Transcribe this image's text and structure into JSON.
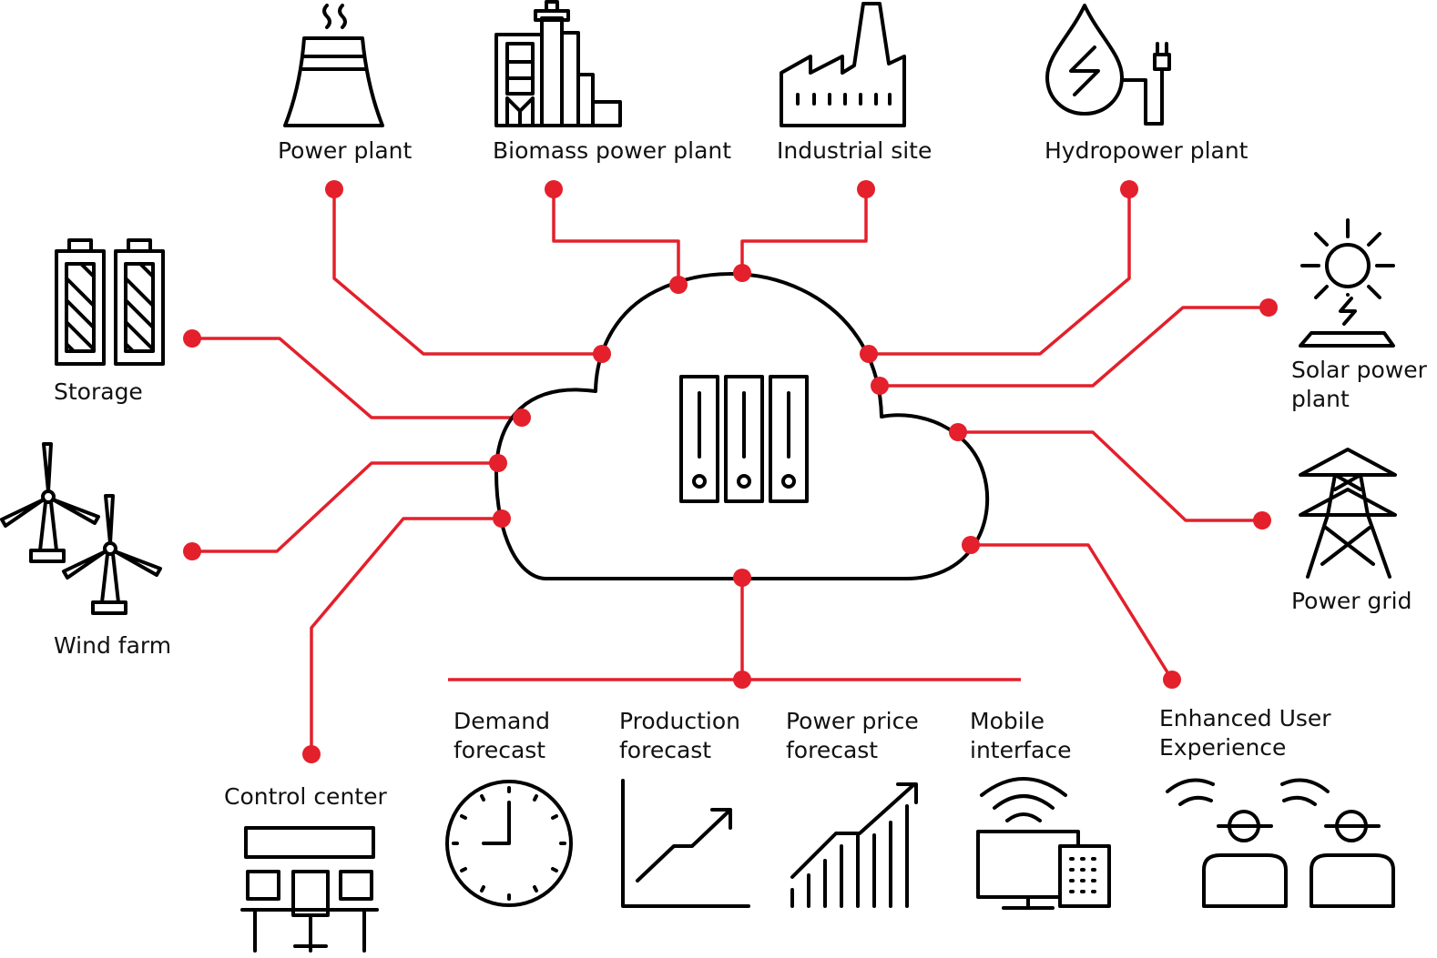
{
  "colors": {
    "accent": "#e3202b",
    "stroke": "#000000",
    "background": "#ffffff"
  },
  "hub": {
    "icon": "cloud-servers-icon"
  },
  "nodes": {
    "power_plant": {
      "label": "Power plant",
      "icon": "cooling-tower-icon"
    },
    "biomass": {
      "label": "Biomass power plant",
      "icon": "biomass-plant-icon"
    },
    "industrial": {
      "label": "Industrial site",
      "icon": "factory-icon"
    },
    "hydropower": {
      "label": "Hydropower plant",
      "icon": "water-drop-plug-icon"
    },
    "solar": {
      "label": "Solar power\nplant",
      "icon": "sun-panel-icon"
    },
    "power_grid": {
      "label": "Power grid",
      "icon": "transmission-tower-icon"
    },
    "storage": {
      "label": "Storage",
      "icon": "batteries-icon"
    },
    "wind_farm": {
      "label": "Wind farm",
      "icon": "wind-turbines-icon"
    },
    "control_center": {
      "label": "Control center",
      "icon": "control-desk-icon"
    },
    "demand_forecast": {
      "label": "Demand\nforecast",
      "icon": "clock-icon"
    },
    "production_forecast": {
      "label": "Production\nforecast",
      "icon": "trend-chart-icon"
    },
    "price_forecast": {
      "label": "Power price\nforecast",
      "icon": "bar-trend-icon"
    },
    "mobile": {
      "label": "Mobile\ninterface",
      "icon": "monitor-tablet-wifi-icon"
    },
    "ux": {
      "label": "Enhanced User\nExperience",
      "icon": "users-wifi-icon"
    }
  }
}
